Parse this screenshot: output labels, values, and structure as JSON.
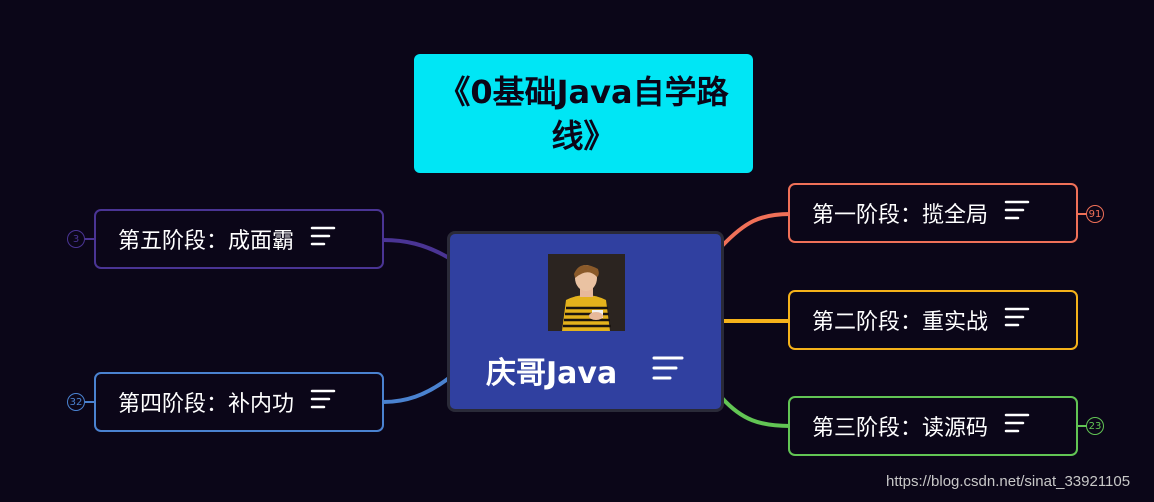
{
  "title": "《0基础Java自学路线》",
  "center": {
    "label": "庆哥Java"
  },
  "branches": [
    {
      "id": "stage1",
      "label": "第一阶段：揽全局",
      "color": "#f07058",
      "badge": "91"
    },
    {
      "id": "stage2",
      "label": "第二阶段：重实战",
      "color": "#f5b21a",
      "badge": ""
    },
    {
      "id": "stage3",
      "label": "第三阶段：读源码",
      "color": "#62c554",
      "badge": "23"
    },
    {
      "id": "stage4",
      "label": "第四阶段：补内功",
      "color": "#4a82d0",
      "badge": "32"
    },
    {
      "id": "stage5",
      "label": "第五阶段：成面霸",
      "color": "#4a3494",
      "badge": "3"
    }
  ],
  "watermark": "https://blog.csdn.net/sinat_33921105"
}
